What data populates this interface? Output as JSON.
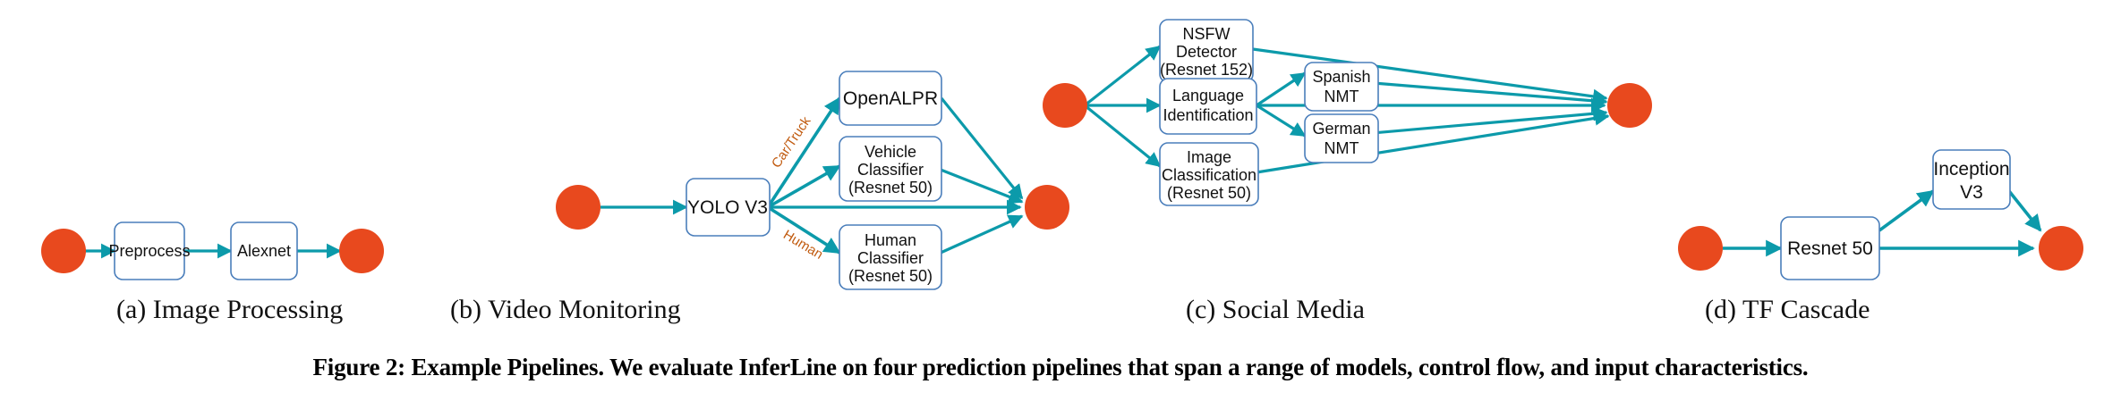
{
  "figure": {
    "caption_lead": "Figure 2:",
    "caption_body": "Example Pipelines. We evaluate InferLine on four prediction pipelines that span a range of models, control flow, and input characteristics."
  },
  "colors": {
    "endpoint_circle": "#E8491E",
    "node_border": "#4A7EBB",
    "node_fill": "#FFFFFF",
    "edge": "#0C9AAA",
    "edge_label_text": "#C15B10",
    "node_text": "#111111",
    "background": "#FFFFFF"
  },
  "pipelines": [
    {
      "id": "a",
      "caption": "(a)  Image Processing",
      "nodes": [
        {
          "name": "source",
          "type": "endpoint",
          "label": ""
        },
        {
          "name": "preprocess",
          "type": "box",
          "label": "Preprocess",
          "lines": [
            "Preprocess"
          ]
        },
        {
          "name": "alexnet",
          "type": "box",
          "label": "Alexnet",
          "lines": [
            "Alexnet"
          ]
        },
        {
          "name": "sink",
          "type": "endpoint",
          "label": ""
        }
      ],
      "edges": [
        {
          "from": "source",
          "to": "preprocess",
          "label": ""
        },
        {
          "from": "preprocess",
          "to": "alexnet",
          "label": ""
        },
        {
          "from": "alexnet",
          "to": "sink",
          "label": ""
        }
      ]
    },
    {
      "id": "b",
      "caption": "(b)  Video Monitoring",
      "nodes": [
        {
          "name": "source",
          "type": "endpoint",
          "label": ""
        },
        {
          "name": "yolo",
          "type": "box",
          "label": "YOLO V3",
          "lines": [
            "YOLO V3"
          ]
        },
        {
          "name": "openalpr",
          "type": "box",
          "label": "OpenALPR",
          "lines": [
            "OpenALPR"
          ]
        },
        {
          "name": "vehicle-classifier",
          "type": "box",
          "label": "Vehicle Classifier (Resnet 50)",
          "lines": [
            "Vehicle",
            "Classifier",
            "(Resnet 50)"
          ]
        },
        {
          "name": "human-classifier",
          "type": "box",
          "label": "Human Classifier (Resnet 50)",
          "lines": [
            "Human",
            "Classifier",
            "(Resnet 50)"
          ]
        },
        {
          "name": "sink",
          "type": "endpoint",
          "label": ""
        }
      ],
      "edges": [
        {
          "from": "source",
          "to": "yolo",
          "label": ""
        },
        {
          "from": "yolo",
          "to": "openalpr",
          "label": "Car/Truck"
        },
        {
          "from": "yolo",
          "to": "vehicle-classifier",
          "label": ""
        },
        {
          "from": "yolo",
          "to": "sink",
          "label": ""
        },
        {
          "from": "yolo",
          "to": "human-classifier",
          "label": "Human"
        },
        {
          "from": "openalpr",
          "to": "sink",
          "label": ""
        },
        {
          "from": "vehicle-classifier",
          "to": "sink",
          "label": ""
        },
        {
          "from": "human-classifier",
          "to": "sink",
          "label": ""
        }
      ]
    },
    {
      "id": "c",
      "caption": "(c)  Social Media",
      "nodes": [
        {
          "name": "source",
          "type": "endpoint",
          "label": ""
        },
        {
          "name": "nsfw-detector",
          "type": "box",
          "label": "NSFW Detector (Resnet 152)",
          "lines": [
            "NSFW",
            "Detector",
            "(Resnet 152)"
          ]
        },
        {
          "name": "language-identification",
          "type": "box",
          "label": "Language Identification",
          "lines": [
            "Language",
            "Identification"
          ]
        },
        {
          "name": "spanish-nmt",
          "type": "box",
          "label": "Spanish NMT",
          "lines": [
            "Spanish",
            "NMT"
          ]
        },
        {
          "name": "german-nmt",
          "type": "box",
          "label": "German NMT",
          "lines": [
            "German",
            "NMT"
          ]
        },
        {
          "name": "image-classification",
          "type": "box",
          "label": "Image Classification (Resnet 50)",
          "lines": [
            "Image",
            "Classification",
            "(Resnet 50)"
          ]
        },
        {
          "name": "sink",
          "type": "endpoint",
          "label": ""
        }
      ],
      "edges": [
        {
          "from": "source",
          "to": "nsfw-detector",
          "label": ""
        },
        {
          "from": "source",
          "to": "language-identification",
          "label": ""
        },
        {
          "from": "source",
          "to": "image-classification",
          "label": ""
        },
        {
          "from": "language-identification",
          "to": "spanish-nmt",
          "label": ""
        },
        {
          "from": "language-identification",
          "to": "german-nmt",
          "label": ""
        },
        {
          "from": "language-identification",
          "to": "sink",
          "label": ""
        },
        {
          "from": "nsfw-detector",
          "to": "sink",
          "label": ""
        },
        {
          "from": "spanish-nmt",
          "to": "sink",
          "label": ""
        },
        {
          "from": "german-nmt",
          "to": "sink",
          "label": ""
        },
        {
          "from": "image-classification",
          "to": "sink",
          "label": ""
        }
      ]
    },
    {
      "id": "d",
      "caption": "(d)  TF Cascade",
      "nodes": [
        {
          "name": "source",
          "type": "endpoint",
          "label": ""
        },
        {
          "name": "resnet50",
          "type": "box",
          "label": "Resnet 50",
          "lines": [
            "Resnet 50"
          ]
        },
        {
          "name": "inception-v3",
          "type": "box",
          "label": "Inception V3",
          "lines": [
            "Inception",
            "V3"
          ]
        },
        {
          "name": "sink",
          "type": "endpoint",
          "label": ""
        }
      ],
      "edges": [
        {
          "from": "source",
          "to": "resnet50",
          "label": ""
        },
        {
          "from": "resnet50",
          "to": "inception-v3",
          "label": ""
        },
        {
          "from": "resnet50",
          "to": "sink",
          "label": ""
        },
        {
          "from": "inception-v3",
          "to": "sink",
          "label": ""
        }
      ]
    }
  ],
  "node_text": {
    "a_preprocess": "Preprocess",
    "a_alexnet": "Alexnet",
    "b_yolo": "YOLO V3",
    "b_openalpr": "OpenALPR",
    "b_vehicle_1": "Vehicle",
    "b_vehicle_2": "Classifier",
    "b_vehicle_3": "(Resnet 50)",
    "b_human_1": "Human",
    "b_human_2": "Classifier",
    "b_human_3": "(Resnet 50)",
    "b_edge_cartruck": "Car/Truck",
    "b_edge_human": "Human",
    "c_nsfw_1": "NSFW",
    "c_nsfw_2": "Detector",
    "c_nsfw_3": "(Resnet 152)",
    "c_langid_1": "Language",
    "c_langid_2": "Identification",
    "c_spanish_1": "Spanish",
    "c_spanish_2": "NMT",
    "c_german_1": "German",
    "c_german_2": "NMT",
    "c_imgcls_1": "Image",
    "c_imgcls_2": "Classification",
    "c_imgcls_3": "(Resnet 50)",
    "d_resnet50": "Resnet 50",
    "d_inception_1": "Inception",
    "d_inception_2": "V3"
  },
  "subcaptions": {
    "a": "(a)  Image Processing",
    "b": "(b)  Video Monitoring",
    "c": "(c)  Social Media",
    "d": "(d)  TF Cascade"
  }
}
